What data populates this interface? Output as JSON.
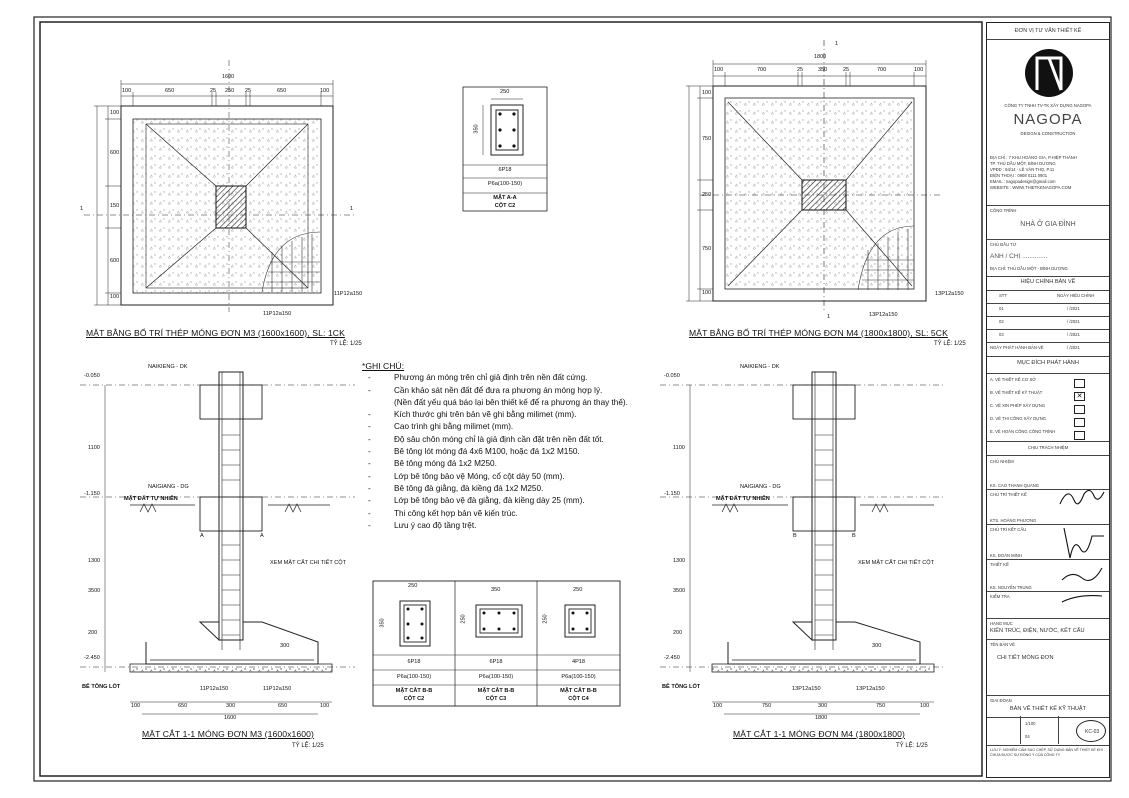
{
  "plan_m3": {
    "title": "MẶT BẰNG BỐ TRÍ THÉP MÓNG ĐƠN M3 (1600x1600), SL: 1CK",
    "scale": "TỶ LỆ: 1/25",
    "dim_total": "1600",
    "dims_top": [
      "100",
      "650",
      "25",
      "250",
      "25",
      "650",
      "100"
    ],
    "dims_left": [
      "100",
      "600",
      "150",
      "600",
      "100"
    ],
    "label_h": "11P12a150",
    "label_v": "11P12a150",
    "section_mark": "1"
  },
  "plan_m4": {
    "title": "MẶT BẰNG BỐ TRÍ THÉP MÓNG ĐƠN M4 (1800x1800), SL: 5CK",
    "scale": "TỶ LỆ: 1/25",
    "dim_total": "1800",
    "dims_top": [
      "100",
      "700",
      "25",
      "350",
      "25",
      "700",
      "100"
    ],
    "dims_left": [
      "100",
      "750",
      "250",
      "750",
      "100"
    ],
    "label_h": "13P12a150",
    "label_v": "13P12a150",
    "section_mark": "1"
  },
  "section_aa": {
    "dim": "250",
    "dim_side": "350",
    "rebar": "6P18",
    "stirrup": "P6a(100-150)",
    "title": "MẶT A-A",
    "subtitle": "CỘT C2"
  },
  "sec_m3": {
    "title": "MẶT CẮT 1-1 MÓNG ĐƠN M3 (1600x1600)",
    "scale": "TỶ LỆ: 1/25",
    "level_top": "-0.050",
    "level_mid": "-1.150",
    "level_bot": "-2.450",
    "label_dk": "NAIKIENG - DK",
    "label_dg": "NAIGIANG - DG",
    "label_ground": "MẶT ĐẤT TỰ NHIÊN",
    "label_see": "XEM MẶT CẮT CHI TIẾT CỘT",
    "label_lean": "BÊ TÔNG LÓT",
    "label_rebar_l": "11P12a150",
    "label_rebar_r": "11P12a150",
    "cut_mark": "A",
    "dims_bottom": [
      "100",
      "650",
      "300",
      "650",
      "100"
    ],
    "dim_total": "1600",
    "dims_left": [
      "1100",
      "1300",
      "3500",
      "200"
    ],
    "dim_300": "300"
  },
  "sec_m4": {
    "title": "MẶT CẮT 1-1 MÓNG ĐƠN M4 (1800x1800)",
    "scale": "TỶ LỆ: 1/25",
    "level_top": "-0.050",
    "level_mid": "-1.150",
    "level_bot": "-2.450",
    "label_dk": "NAIKIENG - DK",
    "label_dg": "NAIGIANG - DG",
    "label_ground": "MẶT ĐẤT TỰ NHIÊN",
    "label_see": "XEM MẶT CẮT CHI TIẾT CỘT",
    "label_lean": "BÊ TÔNG LÓT",
    "label_rebar_l": "13P12a150",
    "label_rebar_r": "13P12a150",
    "cut_mark": "B",
    "dims_bottom": [
      "100",
      "750",
      "300",
      "750",
      "100"
    ],
    "dim_total": "1800",
    "dims_left": [
      "1100",
      "1300",
      "3500",
      "200"
    ],
    "dim_300": "300"
  },
  "notes": {
    "heading": "*GHI CHÚ:",
    "items": [
      "Phương án móng trên chỉ giả định trên nền đất cứng.",
      "Cần khảo sát nền đất để đưa ra phương án móng hợp lý.",
      "(Nền đất yếu quá báo lại bên thiết kế để ra phương án thay thế).",
      "Kích thước ghi trên bản vẽ ghi bằng milimet (mm).",
      "Cao trình ghi bằng milimet (mm).",
      "Độ sâu chôn móng chỉ là giả định cần đặt trên nền đất tốt.",
      "Bê tông lót móng đá 4x6 M100, hoặc đá 1x2 M150.",
      "Bê tông móng đá 1x2 M250.",
      "Lớp bê tông bảo vệ Móng, cổ cột dày 50 (mm).",
      "Bê tông đà giằng, đà kiềng đá 1x2 M250.",
      "Lớp bê tông bảo vệ đà giằng, đà kiềng dày 25 (mm).",
      "Thi công kết hợp bản vẽ kiến trúc.",
      "Lưu ý cao độ tầng trệt."
    ],
    "dashes": [
      "-",
      "-",
      "",
      "-",
      "-",
      "-",
      "-",
      "-",
      "-",
      "-",
      "-",
      "-",
      "-"
    ]
  },
  "sections_bb": [
    {
      "dim_top": "250",
      "dim_side": "350",
      "rebar": "6P18",
      "stirrup": "P6a(100-150)",
      "title": "MẶT CẮT B-B",
      "subtitle": "CỘT C2"
    },
    {
      "dim_top": "350",
      "dim_side": "250",
      "rebar": "6P18",
      "stirrup": "P6a(100-150)",
      "title": "MẶT CẮT B-B",
      "subtitle": "CỘT C3"
    },
    {
      "dim_top": "250",
      "dim_side": "250",
      "rebar": "4P18",
      "stirrup": "P6a(100-150)",
      "title": "MẶT CẮT B-B",
      "subtitle": "CỘT C4"
    }
  ],
  "title_block": {
    "header": "ĐƠN VỊ TƯ VẤN THIẾT KẾ",
    "company_small": "CÔNG TY TNHH TV-TK XÂY DỰNG NAGOPA",
    "brand": "NAGOPA",
    "tagline": "DESIGN & CONSTRUCTION",
    "contact": [
      "ĐỊA CHỈ : 7 KHU HOÀNG GIA, P.HIỆP THÀNH",
      "TP. THỦ DẦU MỘT, BÌNH DƯƠNG",
      "VPĐD : 94/14 - LÊ VĂN THỌ, P.11",
      "ĐIỆN THOẠI : 0908 0111 0901",
      "EMAIL : nagopadesign@gmail.com",
      "WEBSITE : WWW.THIETKENAGOPA.COM"
    ],
    "project_label": "CÔNG TRÌNH",
    "project": "NHÀ Ở GIA ĐÌNH",
    "owner_label": "CHỦ ĐẦU TƯ",
    "owner": "ANH / CHỊ ..............",
    "address_label": "ĐỊA CHỈ: THỦ DẦU MỘT - BÌNH DƯƠNG",
    "revision_header": "HIỆU CHỈNH BẢN VẼ",
    "revision_cols": [
      "STT",
      "NGÀY HIỆU CHỈNH"
    ],
    "revisions": [
      {
        "no": "01",
        "date": "/ /2021"
      },
      {
        "no": "02",
        "date": "/ /2021"
      },
      {
        "no": "03",
        "date": "/ /2021"
      },
      {
        "no": "NGÀY PHÁT HÀNH BẢN VẼ",
        "date": "/ /2021"
      }
    ],
    "purpose_header": "MỤC ĐÍCH PHÁT HÀNH",
    "purposes": [
      {
        "label": "A. VẼ THIẾT KẾ CƠ SỞ",
        "checked": false
      },
      {
        "label": "B. VẼ THIẾT KẾ KỸ THUẬT",
        "checked": true
      },
      {
        "label": "C. VẼ XIN PHÉP XÂY DỰNG",
        "checked": false
      },
      {
        "label": "D. VẼ THI CÔNG XÂY DỰNG",
        "checked": false
      },
      {
        "label": "E. VẼ HOÀN CÔNG CÔNG TRÌNH",
        "checked": false
      }
    ],
    "resp_header": "CHỊU TRÁCH NHIỆM",
    "roles": [
      "CHỦ NHIỆM",
      "KS. CAO THANH QUANG",
      "CHỦ TRÌ THIẾT KẾ",
      "KTS. HOÀNG PHƯƠNG",
      "CHỦ TRÌ KẾT CẤU",
      "KS. ĐOÀN MINH",
      "THIẾT KẾ",
      "KS. NGUYỄN TRUNG",
      "KIỂM TRA"
    ],
    "field_label": "HẠNG MỤC",
    "field": "KIẾN TRÚC, ĐIỆN, NƯỚC, KẾT CẤU",
    "drawing_label": "TÊN BẢN VẼ",
    "drawing": "CHI TIẾT MÓNG ĐƠN",
    "phase_label": "GIAI ĐOẠN",
    "phase": "BẢN VẼ THIẾT KẾ KỸ THUẬT",
    "cell_scale": "1/100",
    "cell_date": "04",
    "cell_sheet": "KC-03",
    "footnote": "LƯU Ý: NGHIÊM CẤM SAO CHÉP, SỬ DỤNG BẢN VẼ THIẾT KẾ KHI CHƯA ĐƯỢC SỰ ĐỒNG Ý CỦA CÔNG TY"
  }
}
